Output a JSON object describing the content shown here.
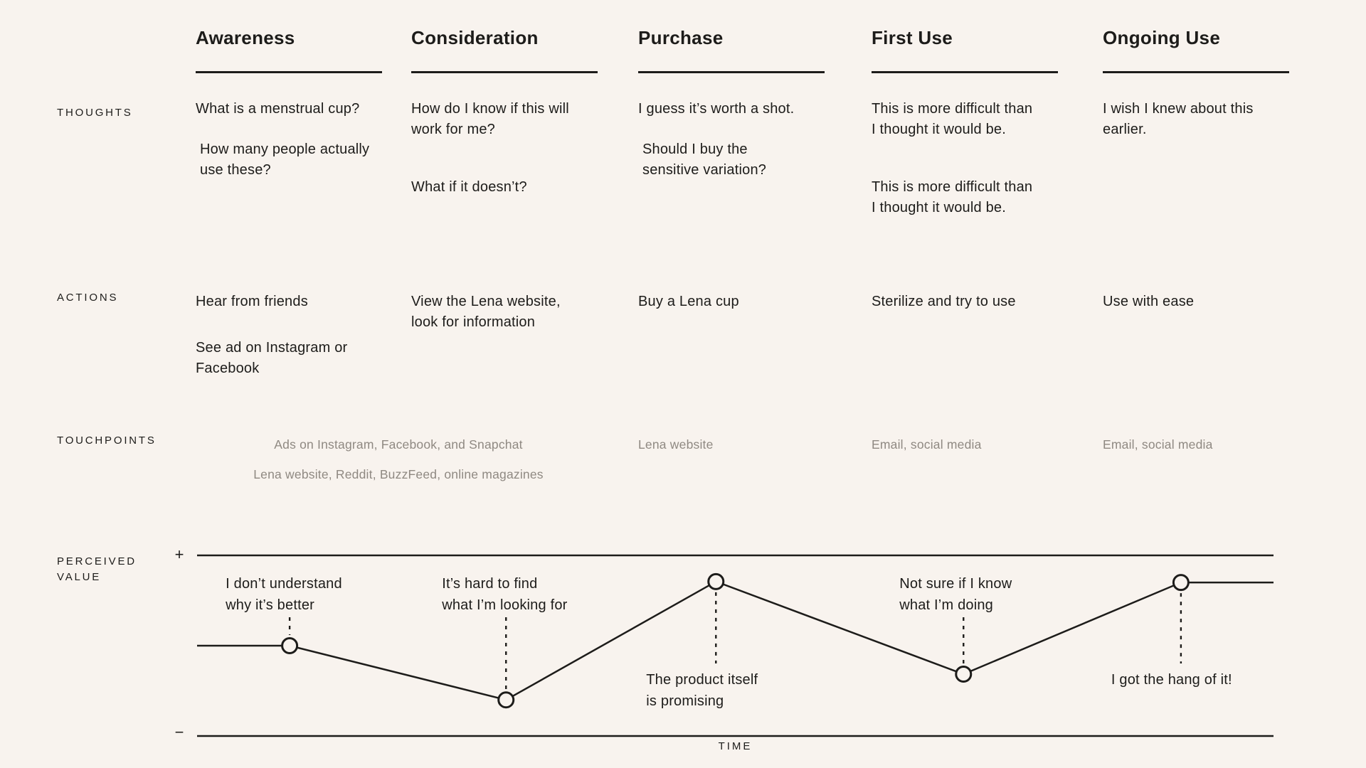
{
  "palette": {
    "background": "#f8f3ee",
    "ink": "#1d1c1a",
    "muted": "#8f8982"
  },
  "row_labels": {
    "thoughts": "THOUGHTS",
    "actions": "ACTIONS",
    "touchpoints": "TOUCHPOINTS",
    "perceived_value_line1": "PERCEIVED",
    "perceived_value_line2": "VALUE"
  },
  "stages": [
    {
      "slug": "awareness",
      "title": "Awareness",
      "thoughts": [
        {
          "lines": [
            "What is a menstrual cup?"
          ]
        },
        {
          "lines": [
            "How many people actually",
            "use these?"
          ],
          "indent": true
        }
      ],
      "actions": [
        {
          "lines": [
            "Hear from friends"
          ]
        },
        {
          "lines": [
            "See ad on Instagram or",
            "Facebook"
          ]
        }
      ],
      "touchpoint": ""
    },
    {
      "slug": "consideration",
      "title": "Consideration",
      "thoughts": [
        {
          "lines": [
            "How do I know if this will",
            "work for me?"
          ]
        },
        {
          "lines": [
            "What if it doesn’t?"
          ],
          "spaced": true
        }
      ],
      "actions": [
        {
          "lines": [
            "View the Lena website,",
            "look for information"
          ]
        }
      ],
      "touchpoint": ""
    },
    {
      "slug": "purchase",
      "title": "Purchase",
      "thoughts": [
        {
          "lines": [
            "I guess it’s worth a shot."
          ]
        },
        {
          "lines": [
            "Should I buy the",
            "sensitive variation?"
          ],
          "indent": true
        }
      ],
      "actions": [
        {
          "lines": [
            "Buy a Lena cup"
          ]
        }
      ],
      "touchpoint": "Lena website"
    },
    {
      "slug": "first-use",
      "title": "First Use",
      "thoughts": [
        {
          "lines": [
            "This is more difficult than",
            "I thought it would be."
          ]
        },
        {
          "lines": [
            "This is more difficult than",
            "I thought it would be."
          ],
          "spaced": true
        }
      ],
      "actions": [
        {
          "lines": [
            "Sterilize and try to use"
          ]
        }
      ],
      "touchpoint": "Email, social media"
    },
    {
      "slug": "ongoing-use",
      "title": "Ongoing Use",
      "thoughts": [
        {
          "lines": [
            "I wish I knew about this",
            "earlier."
          ]
        }
      ],
      "actions": [
        {
          "lines": [
            "Use with ease"
          ]
        }
      ],
      "touchpoint": "Email, social media"
    }
  ],
  "shared_touchpoints": {
    "lines": [
      "Ads on Instagram, Facebook, and Snapchat",
      "Lena website, Reddit, BuzzFeed, online magazines"
    ]
  },
  "chart_data": {
    "type": "line",
    "xlabel": "TIME",
    "ylabel": "PERCEIVED VALUE",
    "y_axis_top_symbol": "+",
    "y_axis_bottom_symbol": "−",
    "ylim": [
      -1,
      1
    ],
    "grid": false,
    "points": [
      {
        "x": 0.0,
        "y": 0.0,
        "marker": false
      },
      {
        "x": 0.086,
        "y": 0.0,
        "marker": true,
        "stage": "Awareness"
      },
      {
        "x": 0.287,
        "y": -0.6,
        "marker": true,
        "stage": "Consideration"
      },
      {
        "x": 0.482,
        "y": 0.71,
        "marker": true,
        "stage": "Purchase"
      },
      {
        "x": 0.712,
        "y": -0.315,
        "marker": true,
        "stage": "First Use"
      },
      {
        "x": 0.914,
        "y": 0.7,
        "marker": true,
        "stage": "Ongoing Use"
      },
      {
        "x": 1.0,
        "y": 0.7,
        "marker": false
      }
    ],
    "annotations": [
      {
        "lines": [
          "I don’t understand",
          "why it’s better"
        ],
        "point": 1,
        "placement": "above"
      },
      {
        "lines": [
          "It’s hard to find",
          "what I’m looking for"
        ],
        "point": 2,
        "placement": "above"
      },
      {
        "lines": [
          "The product itself",
          "is promising"
        ],
        "point": 3,
        "placement": "below"
      },
      {
        "lines": [
          "Not sure if I know",
          "what I’m doing"
        ],
        "point": 4,
        "placement": "above"
      },
      {
        "lines": [
          "I got the hang of it!"
        ],
        "point": 5,
        "placement": "below"
      }
    ]
  }
}
